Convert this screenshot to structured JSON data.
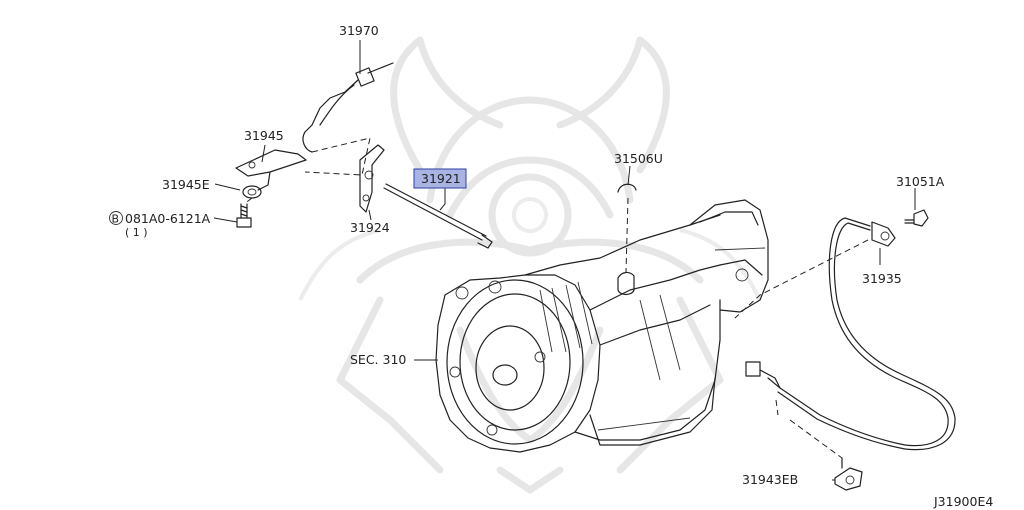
{
  "diagram_code": "J31900E4",
  "parts": [
    {
      "id": "31970",
      "label": "31970"
    },
    {
      "id": "31945",
      "label": "31945"
    },
    {
      "id": "31945E",
      "label": "31945E"
    },
    {
      "id": "081A0-6121A",
      "label": "081A0-6121A",
      "prefix": "B",
      "qty": "( 1 )"
    },
    {
      "id": "31924",
      "label": "31924"
    },
    {
      "id": "31921",
      "label": "31921",
      "highlighted": true
    },
    {
      "id": "31506U",
      "label": "31506U"
    },
    {
      "id": "31051A",
      "label": "31051A"
    },
    {
      "id": "31935",
      "label": "31935"
    },
    {
      "id": "SEC.310",
      "label": "SEC. 310"
    },
    {
      "id": "31943EB",
      "label": "31943EB"
    }
  ],
  "colors": {
    "highlight": "#a9b4e4",
    "line": "#222222",
    "watermark": "#e6e6e6"
  }
}
